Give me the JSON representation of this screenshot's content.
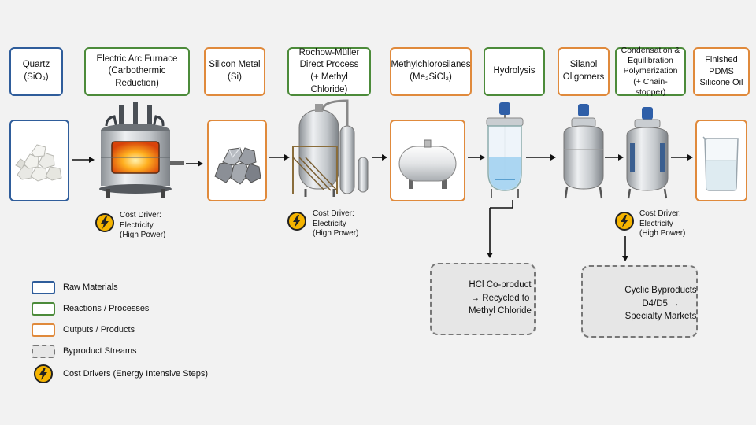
{
  "steps": {
    "quartz": {
      "label": "Quartz\n(SiO₂)",
      "category": "raw"
    },
    "furnace": {
      "label": "Electric Arc Furnace\n(Carbothermic Reduction)",
      "category": "reaction"
    },
    "silicon": {
      "label": "Silicon Metal\n(Si)",
      "category": "output"
    },
    "rochow": {
      "label": "Rochow-Müller\nDirect Process\n(+ Methyl Chloride)",
      "category": "reaction"
    },
    "methyl": {
      "label": "Methylchlorosilanes\n(Me₂SiCl₂)",
      "category": "output"
    },
    "hydrolysis": {
      "label": "Hydrolysis",
      "category": "reaction"
    },
    "silanol": {
      "label": "Silanol\nOligomers",
      "category": "output"
    },
    "condensation": {
      "label": "Condensation &\nEquilibration\nPolymerization\n(+ Chain-stopper)",
      "category": "reaction"
    },
    "finished": {
      "label": "Finished PDMS\nSilicone Oil",
      "category": "output"
    }
  },
  "cost_driver_label": "Cost Driver:\nElectricity\n(High Power)",
  "byproducts": {
    "hcl": "HCl Co-product\n→ Recycled to\nMethyl Chloride",
    "cyclic": "Cyclic Byproducts\nD4/D5 →\nSpecialty Markets"
  },
  "legend": {
    "raw": "Raw Materials",
    "reactions": "Reactions / Processes",
    "outputs": "Outputs / Products",
    "byproducts": "Byproduct Streams",
    "cost": "Cost Drivers (Energy Intensive Steps)"
  },
  "colors": {
    "raw": "#2f5d9b",
    "reaction": "#4c8b3a",
    "output": "#e08a3c",
    "byproduct": "#777777",
    "cost": "#f5b400"
  },
  "icons": [
    "quartz-rocks-icon",
    "arc-furnace-icon",
    "silicon-lumps-icon",
    "direct-process-reactor-icon",
    "storage-tank-icon",
    "hydrolysis-reactor-icon",
    "silanol-reactor-icon",
    "condensation-reactor-icon",
    "beaker-icon",
    "lightning-bolt-icon"
  ]
}
